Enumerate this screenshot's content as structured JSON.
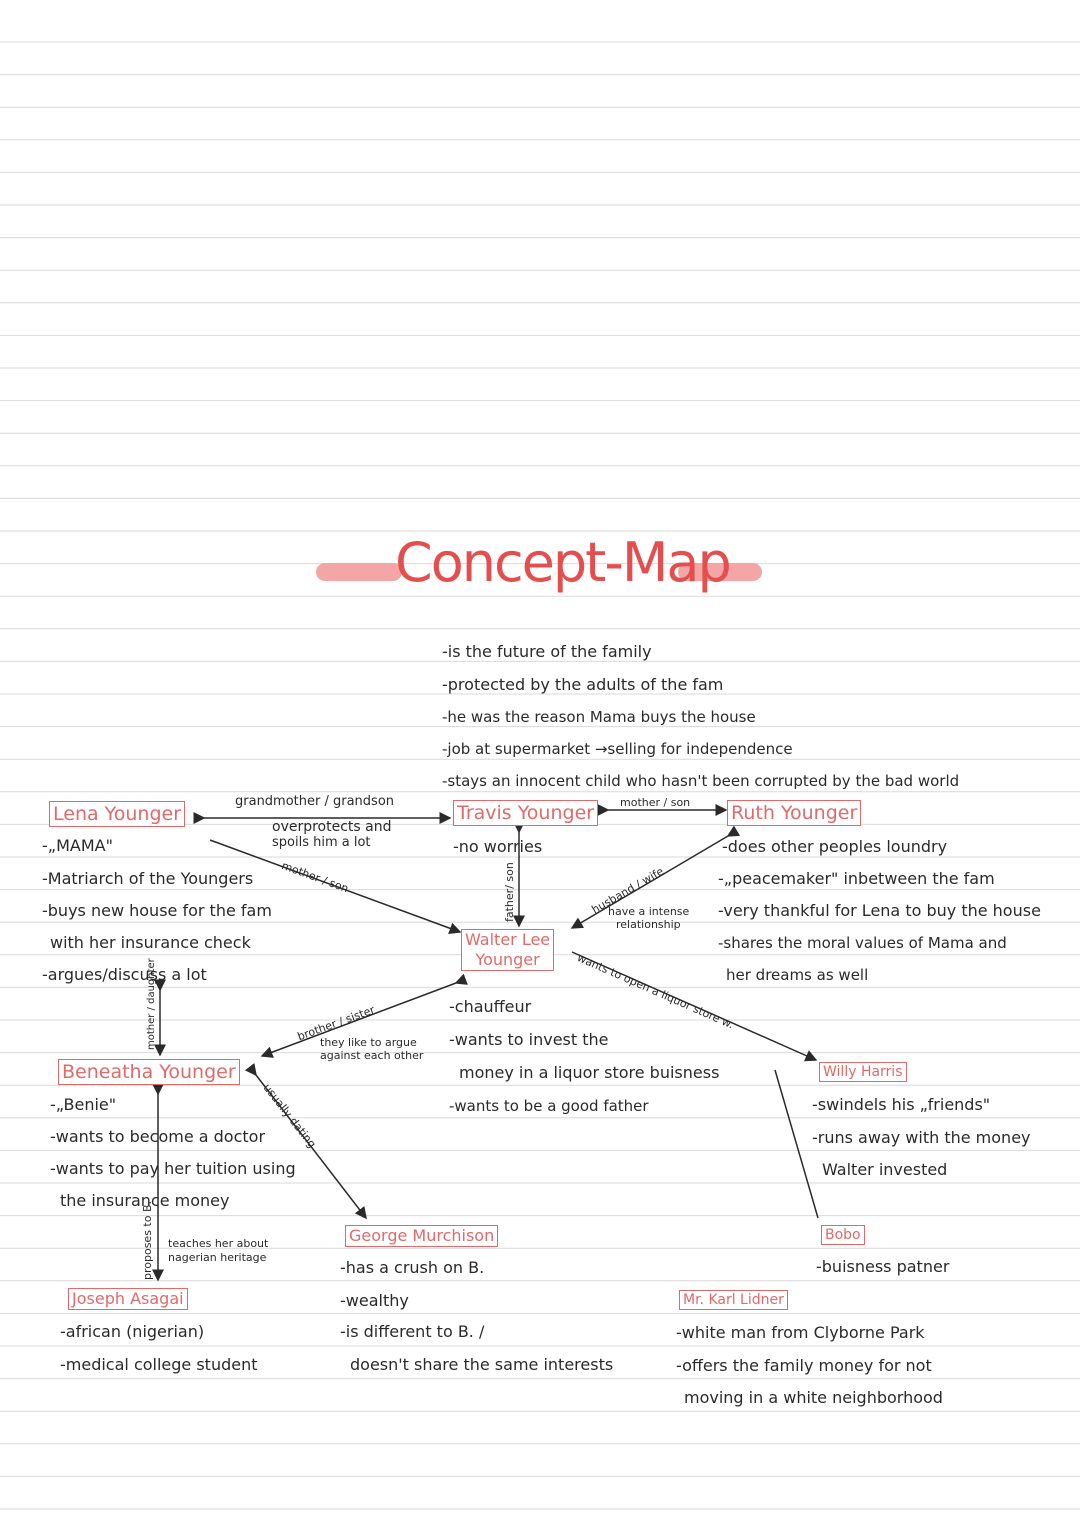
{
  "title": "Concept-Map",
  "nodes": {
    "lena": {
      "name": "Lena Younger",
      "notes": [
        "-„MAMA\"",
        "-Matriarch of the Youngers",
        "-buys new house for the fam",
        "with her insurance check",
        "-argues/discuss a lot"
      ]
    },
    "travis": {
      "name": "Travis Younger",
      "notes_above": [
        "-is the future of the family",
        "-protected by the adults of the fam",
        "-he was the reason Mama buys the house",
        "-job at supermarket →selling for independence",
        "-stays an innocent child who hasn't been corrupted by the bad world"
      ],
      "notes": [
        "-no worries"
      ]
    },
    "ruth": {
      "name": "Ruth Younger",
      "notes": [
        "-does other peoples loundry",
        "-„peacemaker\" inbetween the fam",
        "-very thankful for Lena to buy the house",
        "-shares the moral values of Mama and",
        "her dreams as well"
      ]
    },
    "walter": {
      "name_line1": "Walter Lee",
      "name_line2": "Younger",
      "notes": [
        "-chauffeur",
        "-wants to invest the",
        "money in a liquor store buisness",
        "-wants to be a good father"
      ]
    },
    "beneatha": {
      "name": "Beneatha Younger",
      "notes": [
        "-„Benie\"",
        "-wants to become a doctor",
        "-wants to pay her tuition using",
        "the insurance money"
      ]
    },
    "willy": {
      "name": "Willy Harris",
      "notes": [
        "-swindels his „friends\"",
        "-runs away with the money",
        "Walter invested"
      ]
    },
    "george": {
      "name": "George Murchison",
      "notes": [
        "-has a crush on B.",
        "-wealthy",
        "-is different to B. /",
        "doesn't share the same interests"
      ]
    },
    "bobo": {
      "name": "Bobo",
      "notes": [
        "-buisness patner"
      ]
    },
    "joseph": {
      "name": "Joseph Asagai",
      "notes": [
        "-african (nigerian)",
        "-medical college student"
      ]
    },
    "lindner": {
      "name": "Mr. Karl Lidner",
      "notes": [
        "-white man from Clyborne Park",
        "-offers the family money for not",
        "moving in a white neighborhood"
      ]
    }
  },
  "relations": {
    "lena_travis": "grandmother / grandson",
    "lena_travis_note_1": "overprotects and",
    "lena_travis_note_2": "spoils him a lot",
    "lena_walter": "mother / son",
    "travis_ruth": "mother / son",
    "travis_walter": "father/ son",
    "ruth_walter": "husband / wife",
    "ruth_walter_note_1": "have a intense",
    "ruth_walter_note_2": "relationship",
    "walter_willy": "wants to open a liquor store w.",
    "walter_beneatha": "brother / sister",
    "walter_beneatha_note_1": "they like to argue",
    "walter_beneatha_note_2": "against each other",
    "lena_beneatha": "mother / daughter",
    "beneatha_george": "usually dating",
    "joseph_beneatha": "proposes to B.",
    "joseph_beneatha_note_1": "teaches her about",
    "joseph_beneatha_note_2": "nagerian heritage"
  },
  "colors": {
    "accent": "#e06a6a",
    "title": "#e34f4f",
    "text": "#2a2a2a",
    "ruled_line": "#d9d9d9"
  }
}
